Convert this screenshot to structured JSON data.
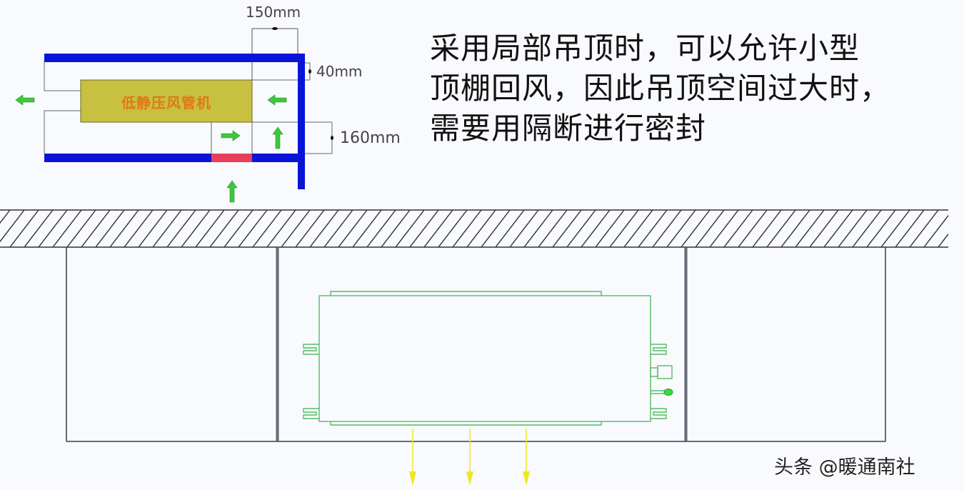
{
  "caption": {
    "lines": [
      "采用局部吊顶时，可以允许小型",
      "顶棚回风，因此吊顶空间过大时，",
      "需要用隔断进行密封"
    ]
  },
  "top_diagram": {
    "unit_label": "低静压风管机",
    "dimensions": {
      "width_label": "150mm",
      "top_gap_label": "40mm",
      "bottom_gap_label": "160mm"
    },
    "colors": {
      "wall": "#0a14d8",
      "unit_fill": "#c8c040",
      "unit_text": "#e07818",
      "seal": "#e8405a",
      "arrow": "#3cc83c"
    }
  },
  "bottom_diagram": {
    "colors": {
      "hatch": "#333333",
      "unit_outline": "#55bb66",
      "airflow_arrow": "#f0e820",
      "partition": "#555566"
    }
  },
  "watermark": "头条 @暖通南社"
}
